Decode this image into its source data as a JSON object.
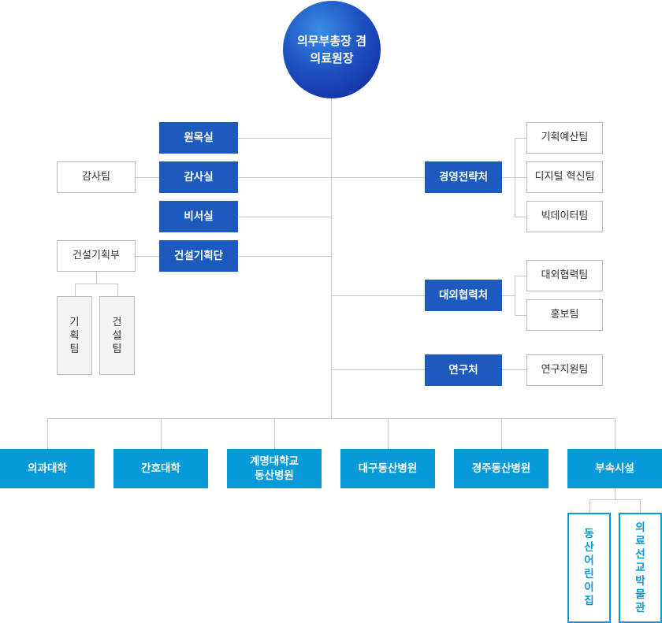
{
  "root": {
    "line1": "의무부총장 겸",
    "line2": "의료원장"
  },
  "left_units": [
    "원목실",
    "감사실",
    "비서실",
    "건설기획단"
  ],
  "audit_team": "감사팀",
  "construction": {
    "dept": "건설기획부",
    "teams": [
      "기획팀",
      "건설팀"
    ]
  },
  "right_units": [
    {
      "name": "경영전략처",
      "teams": [
        "기획예산팀",
        "디지털 혁신팀",
        "빅데이터팀"
      ]
    },
    {
      "name": "대외협력처",
      "teams": [
        "대외협력팀",
        "홍보팀"
      ]
    },
    {
      "name": "연구처",
      "teams": [
        "연구지원팀"
      ]
    }
  ],
  "bottom_units": [
    {
      "line1": "의과대학",
      "line2": ""
    },
    {
      "line1": "간호대학",
      "line2": ""
    },
    {
      "line1": "계명대학교",
      "line2": "동산병원"
    },
    {
      "line1": "대구동산병원",
      "line2": ""
    },
    {
      "line1": "경주동산병원",
      "line2": ""
    },
    {
      "line1": "부속시설",
      "line2": ""
    }
  ],
  "facilities": [
    "동산어린이집",
    "의료선교박물관"
  ],
  "colors": {
    "primary_blue": "#1c5bbd",
    "sky_blue": "#079ad8",
    "line_gray": "#c9c9c9",
    "circle_dark": "#12249a"
  }
}
